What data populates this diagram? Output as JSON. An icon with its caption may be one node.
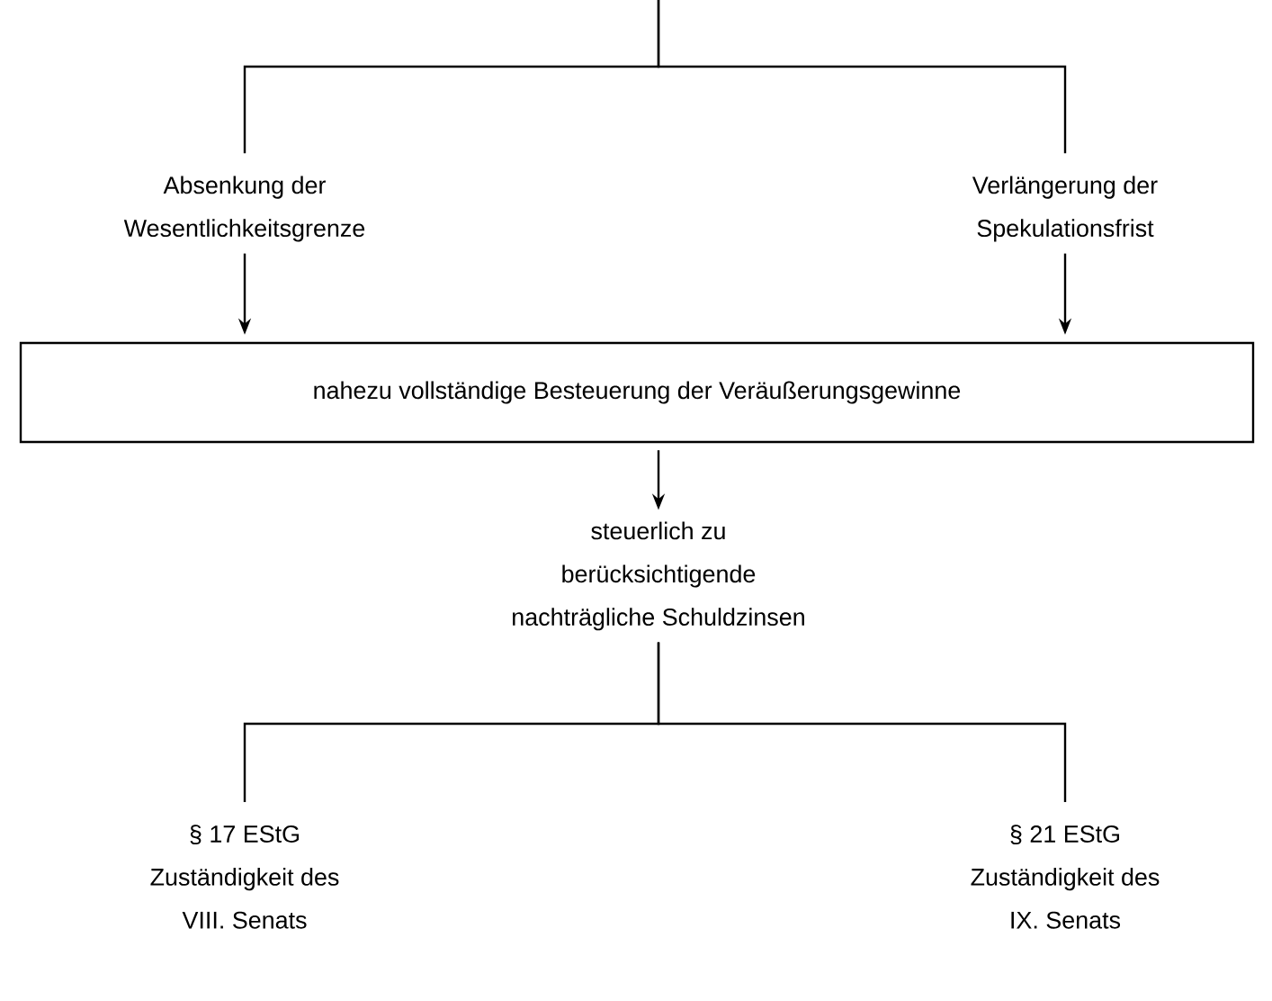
{
  "diagram": {
    "nodes": [
      {
        "text": [
          "Absenkung der Wesentlichkeitsgrenze"
        ]
      },
      {
        "text": [
          "Verlängerung der Spekulationsfrist"
        ]
      },
      {
        "text": [
          "nahezu vollständige Besteuerung der Veräußerungsgewinne"
        ]
      },
      {
        "text": [
          "steuerlich zu berücksichtigende nachträgliche Schuldzinsen"
        ]
      },
      {
        "text": [
          "§ 17 EStG Zuständigkeit des VIII. Senats"
        ]
      },
      {
        "text": [
          "§ 21 EStG Zuständigkeit des IX. Senats"
        ]
      }
    ],
    "edges": [
      {
        "from": null,
        "to": 0,
        "arrow": "none"
      },
      {
        "from": null,
        "to": 1,
        "arrow": "none"
      },
      {
        "from": 0,
        "to": 2,
        "arrow": "to"
      },
      {
        "from": 1,
        "to": 2,
        "arrow": "to"
      },
      {
        "from": 2,
        "to": 3,
        "arrow": "to"
      },
      {
        "from": 3,
        "to": 4,
        "arrow": "none"
      },
      {
        "from": 3,
        "to": 5,
        "arrow": "none"
      }
    ]
  }
}
